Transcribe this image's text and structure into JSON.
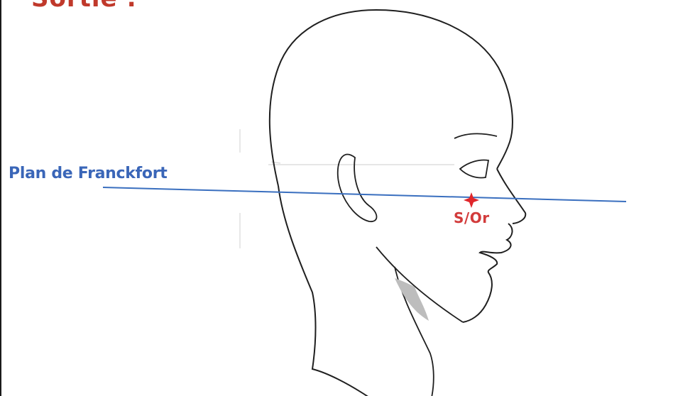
{
  "title_fragment": "Sortie :",
  "plane": {
    "label": "Plan de Franckfort",
    "color": "#3a6fbf"
  },
  "point": {
    "label": "S/Or",
    "color": "#e0262b"
  },
  "colors": {
    "title": "#c0392b",
    "outline": "#1f1f1f",
    "neck_shadow": "#bdbdbd"
  }
}
